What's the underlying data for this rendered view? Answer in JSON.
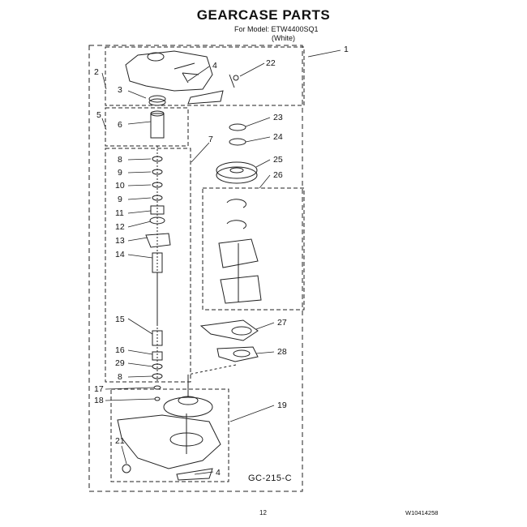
{
  "header": {
    "title": "GEARCASE PARTS",
    "model_line": "For Model: ETW4400SQ1",
    "color_line": "(White)"
  },
  "diagram": {
    "figure_code": "GC-215-C",
    "callouts": [
      "1",
      "2",
      "3",
      "4",
      "22",
      "5",
      "6",
      "23",
      "7",
      "24",
      "8",
      "25",
      "9",
      "26",
      "10",
      "9",
      "11",
      "12",
      "13",
      "14",
      "15",
      "27",
      "16",
      "28",
      "29",
      "8",
      "17",
      "18",
      "19",
      "21",
      "4"
    ]
  },
  "footer": {
    "page_number": "12",
    "doc_number": "W10414258"
  }
}
